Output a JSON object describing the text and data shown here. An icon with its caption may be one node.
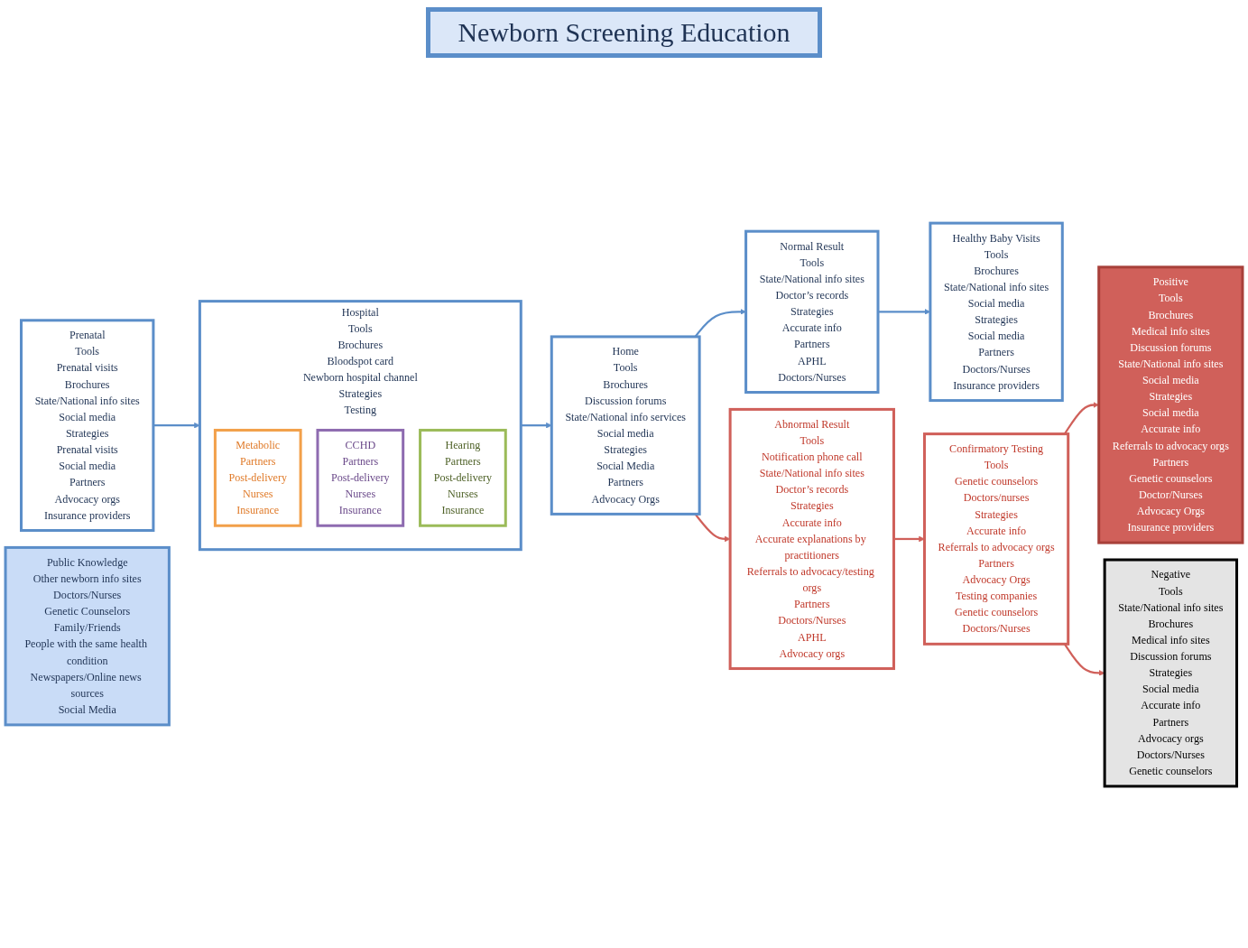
{
  "diagram": {
    "title": "Newborn Screening Education",
    "nodes": [
      {
        "text": [
          "Prenatal",
          "Tools",
          "Prenatal visits",
          "Brochures",
          "State/National info sites",
          "Social media",
          "Strategies",
          "Prenatal visits",
          "Social media",
          "Partners",
          "Advocacy orgs",
          "Insurance providers"
        ]
      },
      {
        "text": [
          "Hospital",
          "Tools",
          "Brochures",
          "Bloodspot card",
          "Newborn hospital channel",
          "Strategies",
          "Testing"
        ]
      },
      {
        "text": [
          "Metabolic",
          "Partners",
          "Post-delivery",
          "Nurses",
          "Insurance"
        ],
        "in": 1
      },
      {
        "text": [
          "CCHD",
          "Partners",
          "Post-delivery",
          "Nurses",
          "Insurance"
        ],
        "in": 1
      },
      {
        "text": [
          "Hearing",
          "Partners",
          "Post-delivery",
          "Nurses",
          "Insurance"
        ],
        "in": 1
      },
      {
        "text": [
          "Healthy Baby Visits",
          "Tools",
          "Brochures",
          "State/National info sites",
          "Social media",
          "Strategies",
          "Social media",
          "Partners",
          "Doctors/Nurses",
          "Insurance providers"
        ]
      },
      {
        "text": [
          "Normal Result",
          "Tools",
          "State/National info sites",
          "Doctor’s records",
          "Strategies",
          "Accurate info",
          "Partners",
          "APHL",
          "Doctors/Nurses"
        ]
      },
      {
        "text": [
          "Home",
          "Tools",
          "Brochures",
          "Discussion forums",
          "State/National info services",
          "Social media",
          "Strategies",
          "Social Media",
          "Partners",
          "Advocacy Orgs"
        ]
      },
      {
        "text": [
          "Abnormal Result",
          "Tools",
          "Notification phone call",
          "State/National info sites",
          "Doctor’s records",
          "Strategies",
          "Accurate info",
          "Accurate explanations by practitioners",
          "Referrals to advocacy/testing orgs",
          "Partners",
          "Doctors/Nurses",
          "APHL",
          "Advocacy orgs"
        ]
      },
      {
        "text": [
          "Public Knowledge",
          "Other newborn info sites",
          "Doctors/Nurses",
          "Genetic Counselors",
          "Family/Friends",
          "People with the same health condition",
          "Newspapers/Online news sources",
          "Social Media"
        ]
      },
      {
        "text": [
          "Negative",
          "Tools",
          "State/National info sites",
          "Brochures",
          "Medical info sites",
          "Discussion forums",
          "Strategies",
          "Social media",
          "Accurate info",
          "Partners",
          "Advocacy orgs",
          "Doctors/Nurses",
          "Genetic counselors"
        ]
      },
      {
        "text": [
          "Positive",
          "Tools",
          "Brochures",
          "Medical info sites",
          "Discussion forums",
          "State/National info sites",
          "Social media",
          "Strategies",
          "Social media",
          "Accurate info",
          "Referrals to advocacy orgs",
          "Partners",
          "Genetic counselors",
          "Doctor/Nurses",
          "Advocacy Orgs",
          "Insurance providers"
        ]
      },
      {
        "text": [
          "Confirmatory Testing",
          "Tools",
          "Genetic counselors",
          "Doctors/nurses",
          "Strategies",
          "Accurate info",
          "Referrals to advocacy orgs",
          "Partners",
          "Advocacy Orgs",
          "Testing companies",
          "Genetic counselors",
          "Doctors/Nurses"
        ]
      }
    ],
    "edges": [
      {
        "from": 0,
        "to": 1,
        "arrow": "to",
        "color": "#5b8ec9"
      },
      {
        "from": 1,
        "to": 7,
        "arrow": "to",
        "color": "#5b8ec9"
      },
      {
        "from": 7,
        "to": 6,
        "arrow": "to",
        "color": "#5b8ec9"
      },
      {
        "from": 6,
        "to": 5,
        "arrow": "to",
        "color": "#5b8ec9"
      },
      {
        "from": 7,
        "to": 8,
        "arrow": "to",
        "color": "#d0605a"
      },
      {
        "from": 8,
        "to": 12,
        "arrow": "to",
        "color": "#d0605a"
      },
      {
        "from": 12,
        "to": 11,
        "arrow": "to",
        "color": "#d0605a"
      },
      {
        "from": 12,
        "to": 10,
        "arrow": "to",
        "color": "#d0605a"
      }
    ]
  }
}
